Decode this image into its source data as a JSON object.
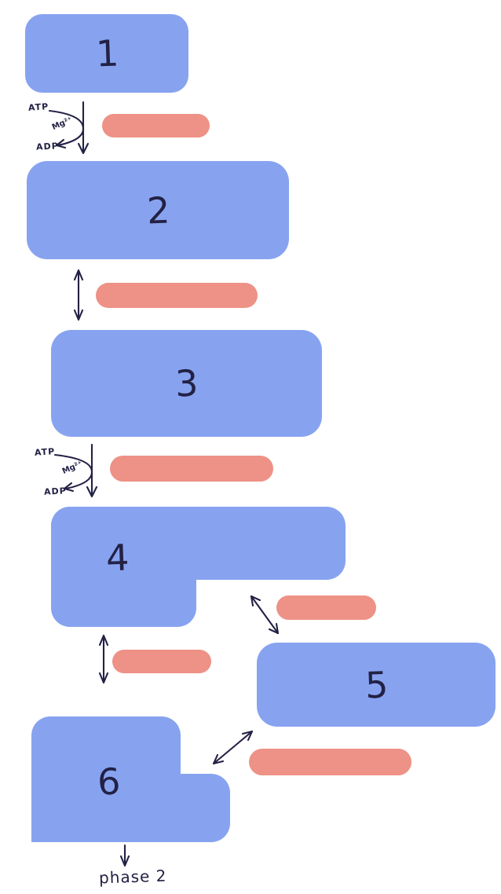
{
  "colors": {
    "background": "#ffffff",
    "step_box": "#87a3f0",
    "redaction_pill": "#ee9186",
    "ink": "#232145"
  },
  "steps": [
    {
      "label": "1"
    },
    {
      "label": "2"
    },
    {
      "label": "3"
    },
    {
      "label": "4"
    },
    {
      "label": "5"
    },
    {
      "label": "6"
    }
  ],
  "reactions": [
    {
      "substrate": "ATP",
      "cofactor": "Mg²⁺",
      "product": "ADP"
    },
    {
      "substrate": "ATP",
      "cofactor": "Mg²⁺",
      "product": "ADP"
    }
  ],
  "footer": {
    "label": "phase 2"
  },
  "icons": {
    "reaction_arrow": "↓",
    "equilibrium_arrow": "↕",
    "branch_arrow": "⤢",
    "phosphate_transfer_curve": "↷"
  }
}
